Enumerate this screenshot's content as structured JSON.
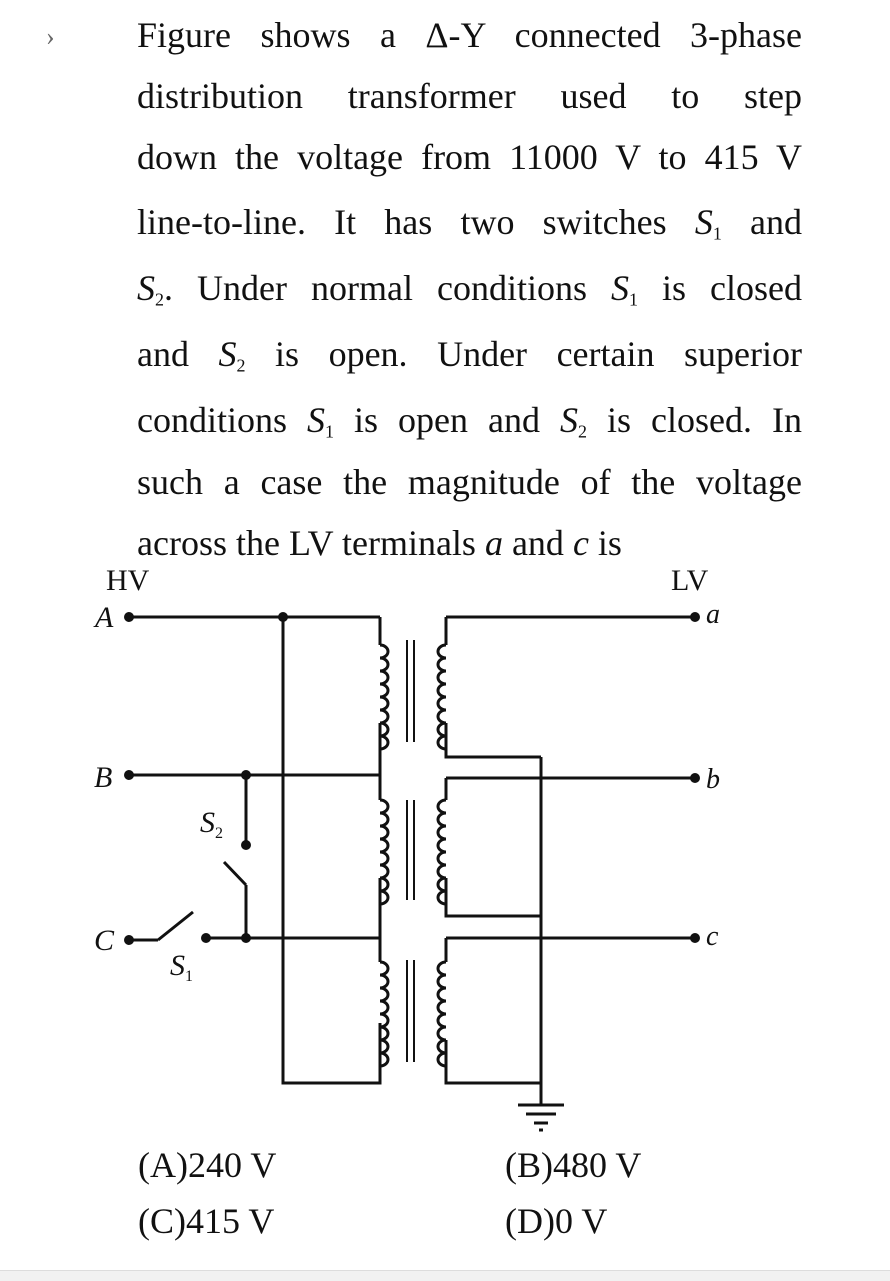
{
  "question": {
    "bullet": "›",
    "line1": "Figure shows a Δ-Y connected 3-phase",
    "line2": "distribution transformer used to step",
    "line3": "down the voltage from 11000 V to 415 V",
    "line4_a": "line-to-line. It has two switches ",
    "line4_b": " and",
    "line5_a": ". Under normal conditions ",
    "line5_b": " is closed",
    "line6_a": "and ",
    "line6_b": " is open. Under certain superior",
    "line7_a": "conditions ",
    "line7_b": " is open and ",
    "line7_c": " is closed. In",
    "line8": "such a case the magnitude of the voltage",
    "line9_a": "across the LV terminals ",
    "line9_b": "a",
    "line9_c": " and ",
    "line9_d": "c",
    "line9_e": " is",
    "sym_S": "S",
    "sub_1": "1",
    "sub_2": "2"
  },
  "diagram": {
    "hv_label": "HV",
    "lv_label": "LV",
    "terminal_A": "A",
    "terminal_B": "B",
    "terminal_C": "C",
    "terminal_a": "a",
    "terminal_b": "b",
    "terminal_c": "c",
    "switch_symbol": "S",
    "switch1_sub": "1",
    "switch2_sub": "2"
  },
  "options": {
    "A": "(A)240 V",
    "B": "(B)480 V",
    "C": "(C)415 V",
    "D": "(D)0 V"
  }
}
